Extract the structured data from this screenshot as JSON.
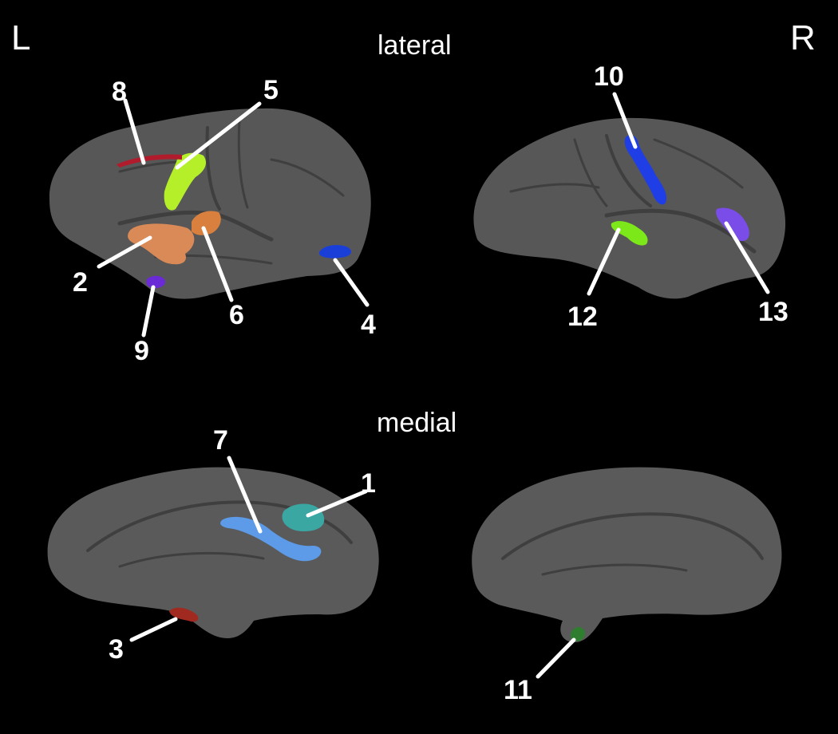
{
  "side_labels": {
    "left": "L",
    "right": "R"
  },
  "views": {
    "lateral": "lateral",
    "medial": "medial"
  },
  "regions": [
    {
      "id": "1",
      "label": "1",
      "color": "#3aa7a3"
    },
    {
      "id": "2",
      "label": "2",
      "color": "#d98a57"
    },
    {
      "id": "3",
      "label": "3",
      "color": "#a02a1f"
    },
    {
      "id": "4",
      "label": "4",
      "color": "#1a3fd8"
    },
    {
      "id": "5",
      "label": "5",
      "color": "#b4ef2a"
    },
    {
      "id": "6",
      "label": "6",
      "color": "#d9803e"
    },
    {
      "id": "7",
      "label": "7",
      "color": "#5d9be8"
    },
    {
      "id": "8",
      "label": "8",
      "color": "#b01c2c"
    },
    {
      "id": "9",
      "label": "9",
      "color": "#6a2bd6"
    },
    {
      "id": "10",
      "label": "10",
      "color": "#1f3ee6"
    },
    {
      "id": "11",
      "label": "11",
      "color": "#2f7d2f"
    },
    {
      "id": "12",
      "label": "12",
      "color": "#7ce81a"
    },
    {
      "id": "13",
      "label": "13",
      "color": "#7a4de8"
    }
  ]
}
